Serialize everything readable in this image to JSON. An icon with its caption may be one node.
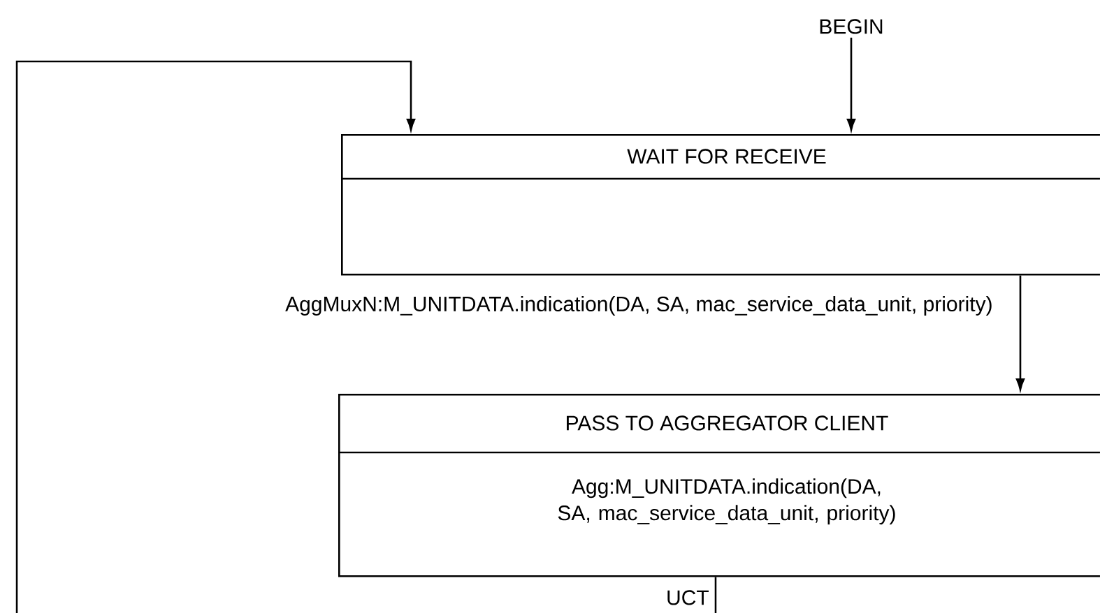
{
  "diagram": {
    "nodes": [
      {
        "text": [
          "BEGIN"
        ]
      },
      {
        "text": [
          "WAIT FOR RECEIVE"
        ]
      },
      {
        "text": [
          "PASS TO AGGREGATOR CLIENT",
          "Agg:M_UNITDATA.indication(DA, SA, mac_service_data_unit, priority)"
        ]
      }
    ],
    "edges": [
      {
        "from": 0,
        "to": 1,
        "arrow": "to"
      },
      {
        "from": 1,
        "to": 2,
        "arrow": "to",
        "label": "AggMuxN:M_UNITDATA.indication(DA, SA, mac_service_data_unit, priority)"
      },
      {
        "from": 2,
        "to": 1,
        "arrow": "to",
        "label": "UCT"
      }
    ]
  }
}
